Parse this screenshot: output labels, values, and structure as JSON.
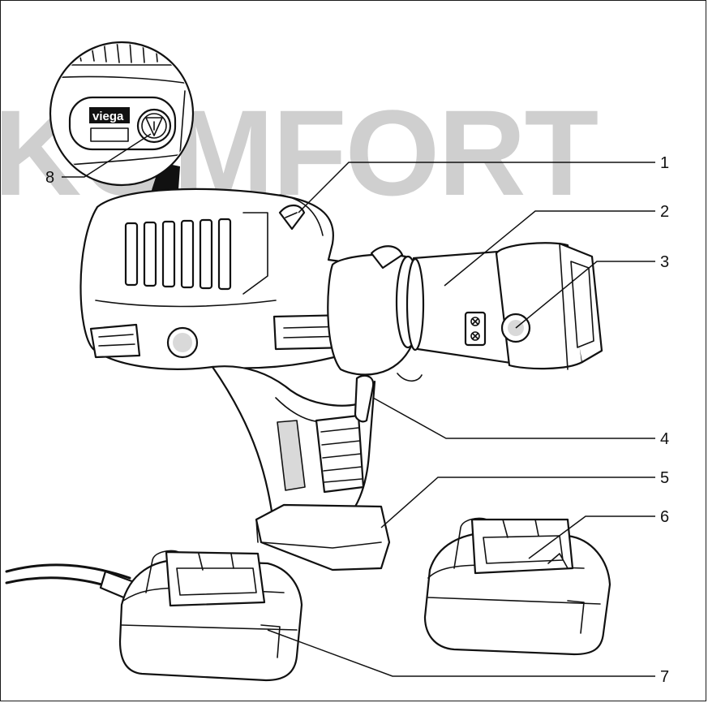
{
  "watermark": "KOMFORT",
  "inset_brand": "viega",
  "callouts": [
    {
      "id": "1",
      "label": "1"
    },
    {
      "id": "2",
      "label": "2"
    },
    {
      "id": "3",
      "label": "3"
    },
    {
      "id": "4",
      "label": "4"
    },
    {
      "id": "5",
      "label": "5"
    },
    {
      "id": "6",
      "label": "6"
    },
    {
      "id": "7",
      "label": "7"
    },
    {
      "id": "8",
      "label": "8"
    }
  ]
}
